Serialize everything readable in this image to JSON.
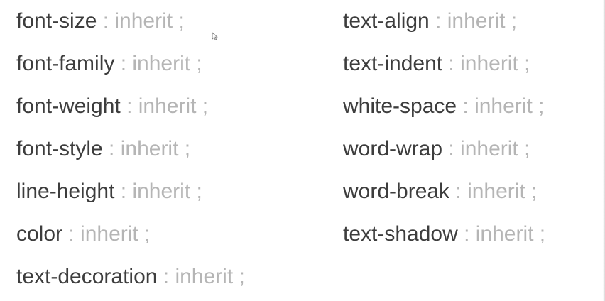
{
  "left_column": [
    {
      "property": "font-size",
      "rest": " : inherit ;"
    },
    {
      "property": "font-family",
      "rest": " : inherit ;"
    },
    {
      "property": "font-weight",
      "rest": " : inherit ;"
    },
    {
      "property": "font-style",
      "rest": " : inherit ;"
    },
    {
      "property": "line-height",
      "rest": " : inherit ;"
    },
    {
      "property": "color",
      "rest": " : inherit ;"
    },
    {
      "property": "text-decoration",
      "rest": " : inherit ;"
    }
  ],
  "right_column": [
    {
      "property": "text-align",
      "rest": " : inherit ;"
    },
    {
      "property": "text-indent",
      "rest": " : inherit ;"
    },
    {
      "property": "white-space",
      "rest": " : inherit ;"
    },
    {
      "property": "word-wrap",
      "rest": " : inherit ;"
    },
    {
      "property": "word-break",
      "rest": " : inherit ;"
    },
    {
      "property": "text-shadow",
      "rest": " : inherit ;"
    }
  ],
  "colors": {
    "property_text": "#3d3d3d",
    "value_text": "#b5b5b5",
    "background": "#ffffff"
  },
  "icons": {
    "cursor": "mouse-pointer-icon"
  }
}
